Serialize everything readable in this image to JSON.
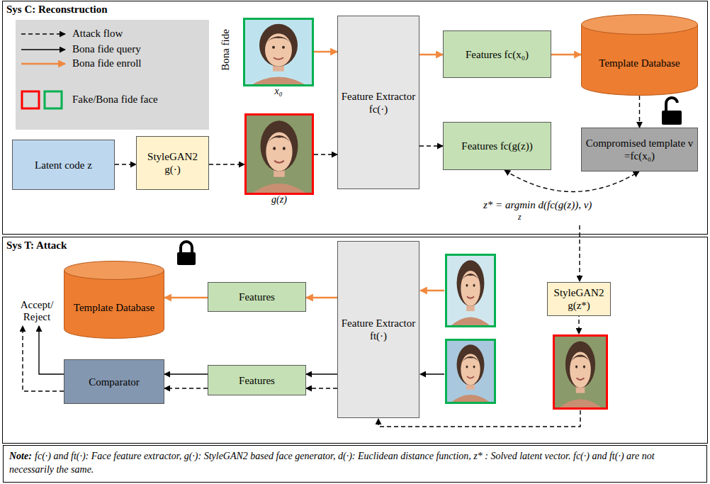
{
  "diagram": {
    "nodes": [
      {
        "text": [
          "Sys C: Reconstruction"
        ]
      },
      {
        "text": [
          "x₀"
        ],
        "in": 0
      },
      {
        "text": [
          "Latent code z"
        ],
        "in": 0
      },
      {
        "text": [
          "StyleGAN2 g(·)"
        ],
        "in": 0
      },
      {
        "text": [
          "g(z)"
        ],
        "in": 0
      },
      {
        "text": [
          "Feature Extractor fc(·)"
        ],
        "in": 0
      },
      {
        "text": [
          "Features fc(x₀)"
        ],
        "in": 0
      },
      {
        "text": [
          "Template Database"
        ],
        "in": 0
      },
      {
        "text": [
          "Features fc(g(z))"
        ],
        "in": 0
      },
      {
        "text": [
          "Compromised template v =fc(x₀)"
        ],
        "in": 0
      },
      {
        "text": [
          "Sys T: Attack"
        ]
      },
      {
        "text": [
          "Template Database"
        ],
        "in": 10
      },
      {
        "text": [
          "Features"
        ],
        "in": 10
      },
      {
        "text": [
          "Feature Extractor ft(·)"
        ],
        "in": 10
      },
      {
        "text": [
          "StyleGAN2 g(z*)"
        ],
        "in": 10
      },
      {
        "text": [
          "Comparator"
        ],
        "in": 10
      },
      {
        "text": [
          "Features"
        ],
        "in": 10
      },
      {
        "text": [
          "Note:",
          "fc(·) and ft(·): Face feature extractor, g(·): StyleGAN2 based face generator, d(·): Euclidean distance function, z* : Solved latent vector. fc(·) and ft(·) are not necessarily the same."
        ]
      }
    ],
    "edges": [
      {
        "from": 1,
        "to": 5,
        "arrow": "to"
      },
      {
        "from": 2,
        "to": 3,
        "arrow": "to"
      },
      {
        "from": 3,
        "to": 4,
        "arrow": "to"
      },
      {
        "from": 4,
        "to": 5,
        "arrow": "to"
      },
      {
        "from": 5,
        "to": 6,
        "arrow": "to"
      },
      {
        "from": 6,
        "to": 7,
        "arrow": "to"
      },
      {
        "from": 5,
        "to": 8,
        "arrow": "to"
      },
      {
        "from": 7,
        "to": 9,
        "arrow": "to"
      },
      {
        "from": 8,
        "to": 9,
        "arrow": "both"
      },
      {
        "from": 13,
        "to": 12,
        "arrow": "to"
      },
      {
        "from": 12,
        "to": 11,
        "arrow": "to"
      },
      {
        "from": 13,
        "to": 16,
        "arrow": "to"
      },
      {
        "from": 13,
        "to": 16,
        "arrow": "to"
      },
      {
        "from": 16,
        "to": 15,
        "arrow": "to"
      },
      {
        "from": 16,
        "to": 15,
        "arrow": "to"
      }
    ],
    "labels": [
      "Bona fide",
      "z* = argmin d(fc(g(z)), v)",
      "z",
      "Accept/ Reject"
    ],
    "legend": [
      {
        "text": "Attack flow"
      },
      {
        "text": "Bona fide query"
      },
      {
        "text": "Bona fide enroll"
      },
      {
        "text": "Fake/Bona fide face"
      }
    ]
  }
}
